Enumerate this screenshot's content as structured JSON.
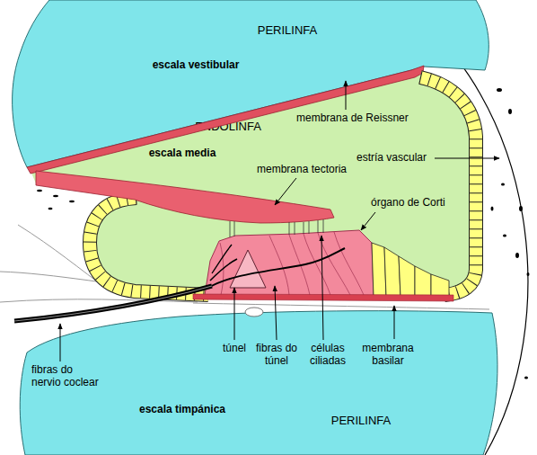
{
  "diagram": {
    "nodes": [
      {
        "text": [
          "PERILINFA",
          "escala vestibular"
        ]
      },
      {
        "text": [
          "ENDOLINFA",
          "escala media"
        ]
      },
      {
        "text": [
          "escala timpánica",
          "PERILINFA"
        ]
      }
    ],
    "labels": [
      "membrana de Reissner",
      "estría vascular",
      "membrana tectoria",
      "órgano de Corti",
      "túnel",
      "fibras do túnel",
      "células ciliadas",
      "membrana basilar",
      "fibras do nervio coclear"
    ]
  }
}
